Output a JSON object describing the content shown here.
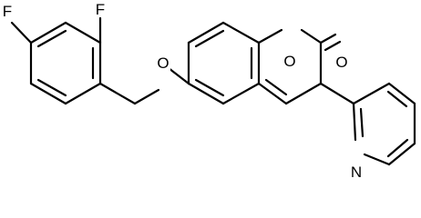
{
  "molecule": {
    "atoms": {
      "f_top": "F",
      "f_left": "F",
      "o_ether": "O",
      "o_ring": "O",
      "o_carbonyl": "O",
      "n_pyridine": "N"
    }
  }
}
